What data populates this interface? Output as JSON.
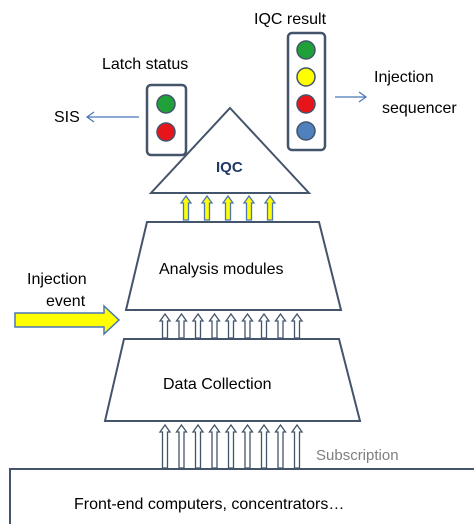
{
  "labels": {
    "iqc_result": "IQC  result",
    "latch_status": "Latch status",
    "sis": "SIS",
    "injection_sequencer_1": "Injection",
    "injection_sequencer_2": "sequencer",
    "iqc": "IQC",
    "analysis_modules": "Analysis modules",
    "injection_event_1": "Injection",
    "injection_event_2": "event",
    "data_collection": "Data Collection",
    "subscription": "Subscription",
    "front_end": "Front-end computers, concentrators…"
  },
  "latch_lights": [
    "green",
    "red"
  ],
  "result_lights": [
    "green",
    "yellow",
    "red",
    "blue"
  ],
  "colors": {
    "green": "#1fa038",
    "yellow": "#ffff00",
    "red": "#e8141c",
    "blue": "#4f81bd",
    "outline": "#44546a",
    "arrow_blue": "#4a76b8",
    "yellow_arrow": "#ffff00",
    "iqc_text": "#1f3864",
    "subscription_text": "#7f7f7f"
  }
}
